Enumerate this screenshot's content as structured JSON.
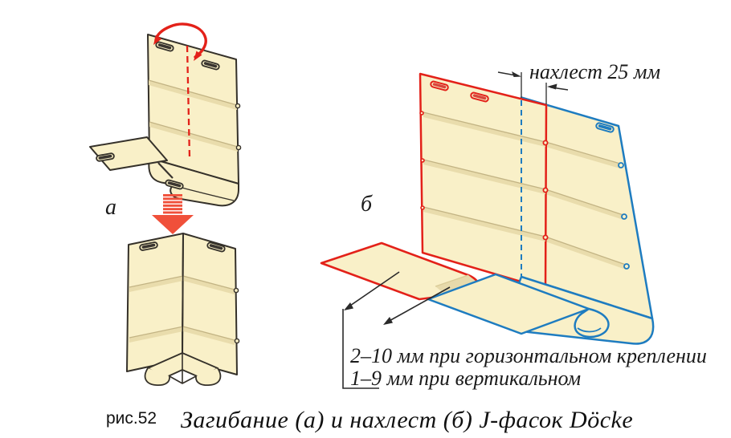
{
  "figure": {
    "labels": {
      "a": "а",
      "b": "б"
    },
    "annotations": {
      "overlap": "нахлест 25 мм",
      "gap_line1": "2–10 мм при горизонтальном креплении",
      "gap_line2": "1–9 мм при вертикальном"
    },
    "caption": {
      "number": "рис.52",
      "text": "Загибание (а) и нахлест (б) J-фасок Döcke"
    },
    "colors": {
      "panel_fill": "#F9F0C8",
      "panel_shade": "#E9DCAC",
      "groove_dark": "#C3B484",
      "outline": "#35312A",
      "red": "#E32119",
      "blue": "#1E7CC0",
      "arrow_orange": "#F0503A",
      "text": "#1A1A1A"
    }
  }
}
